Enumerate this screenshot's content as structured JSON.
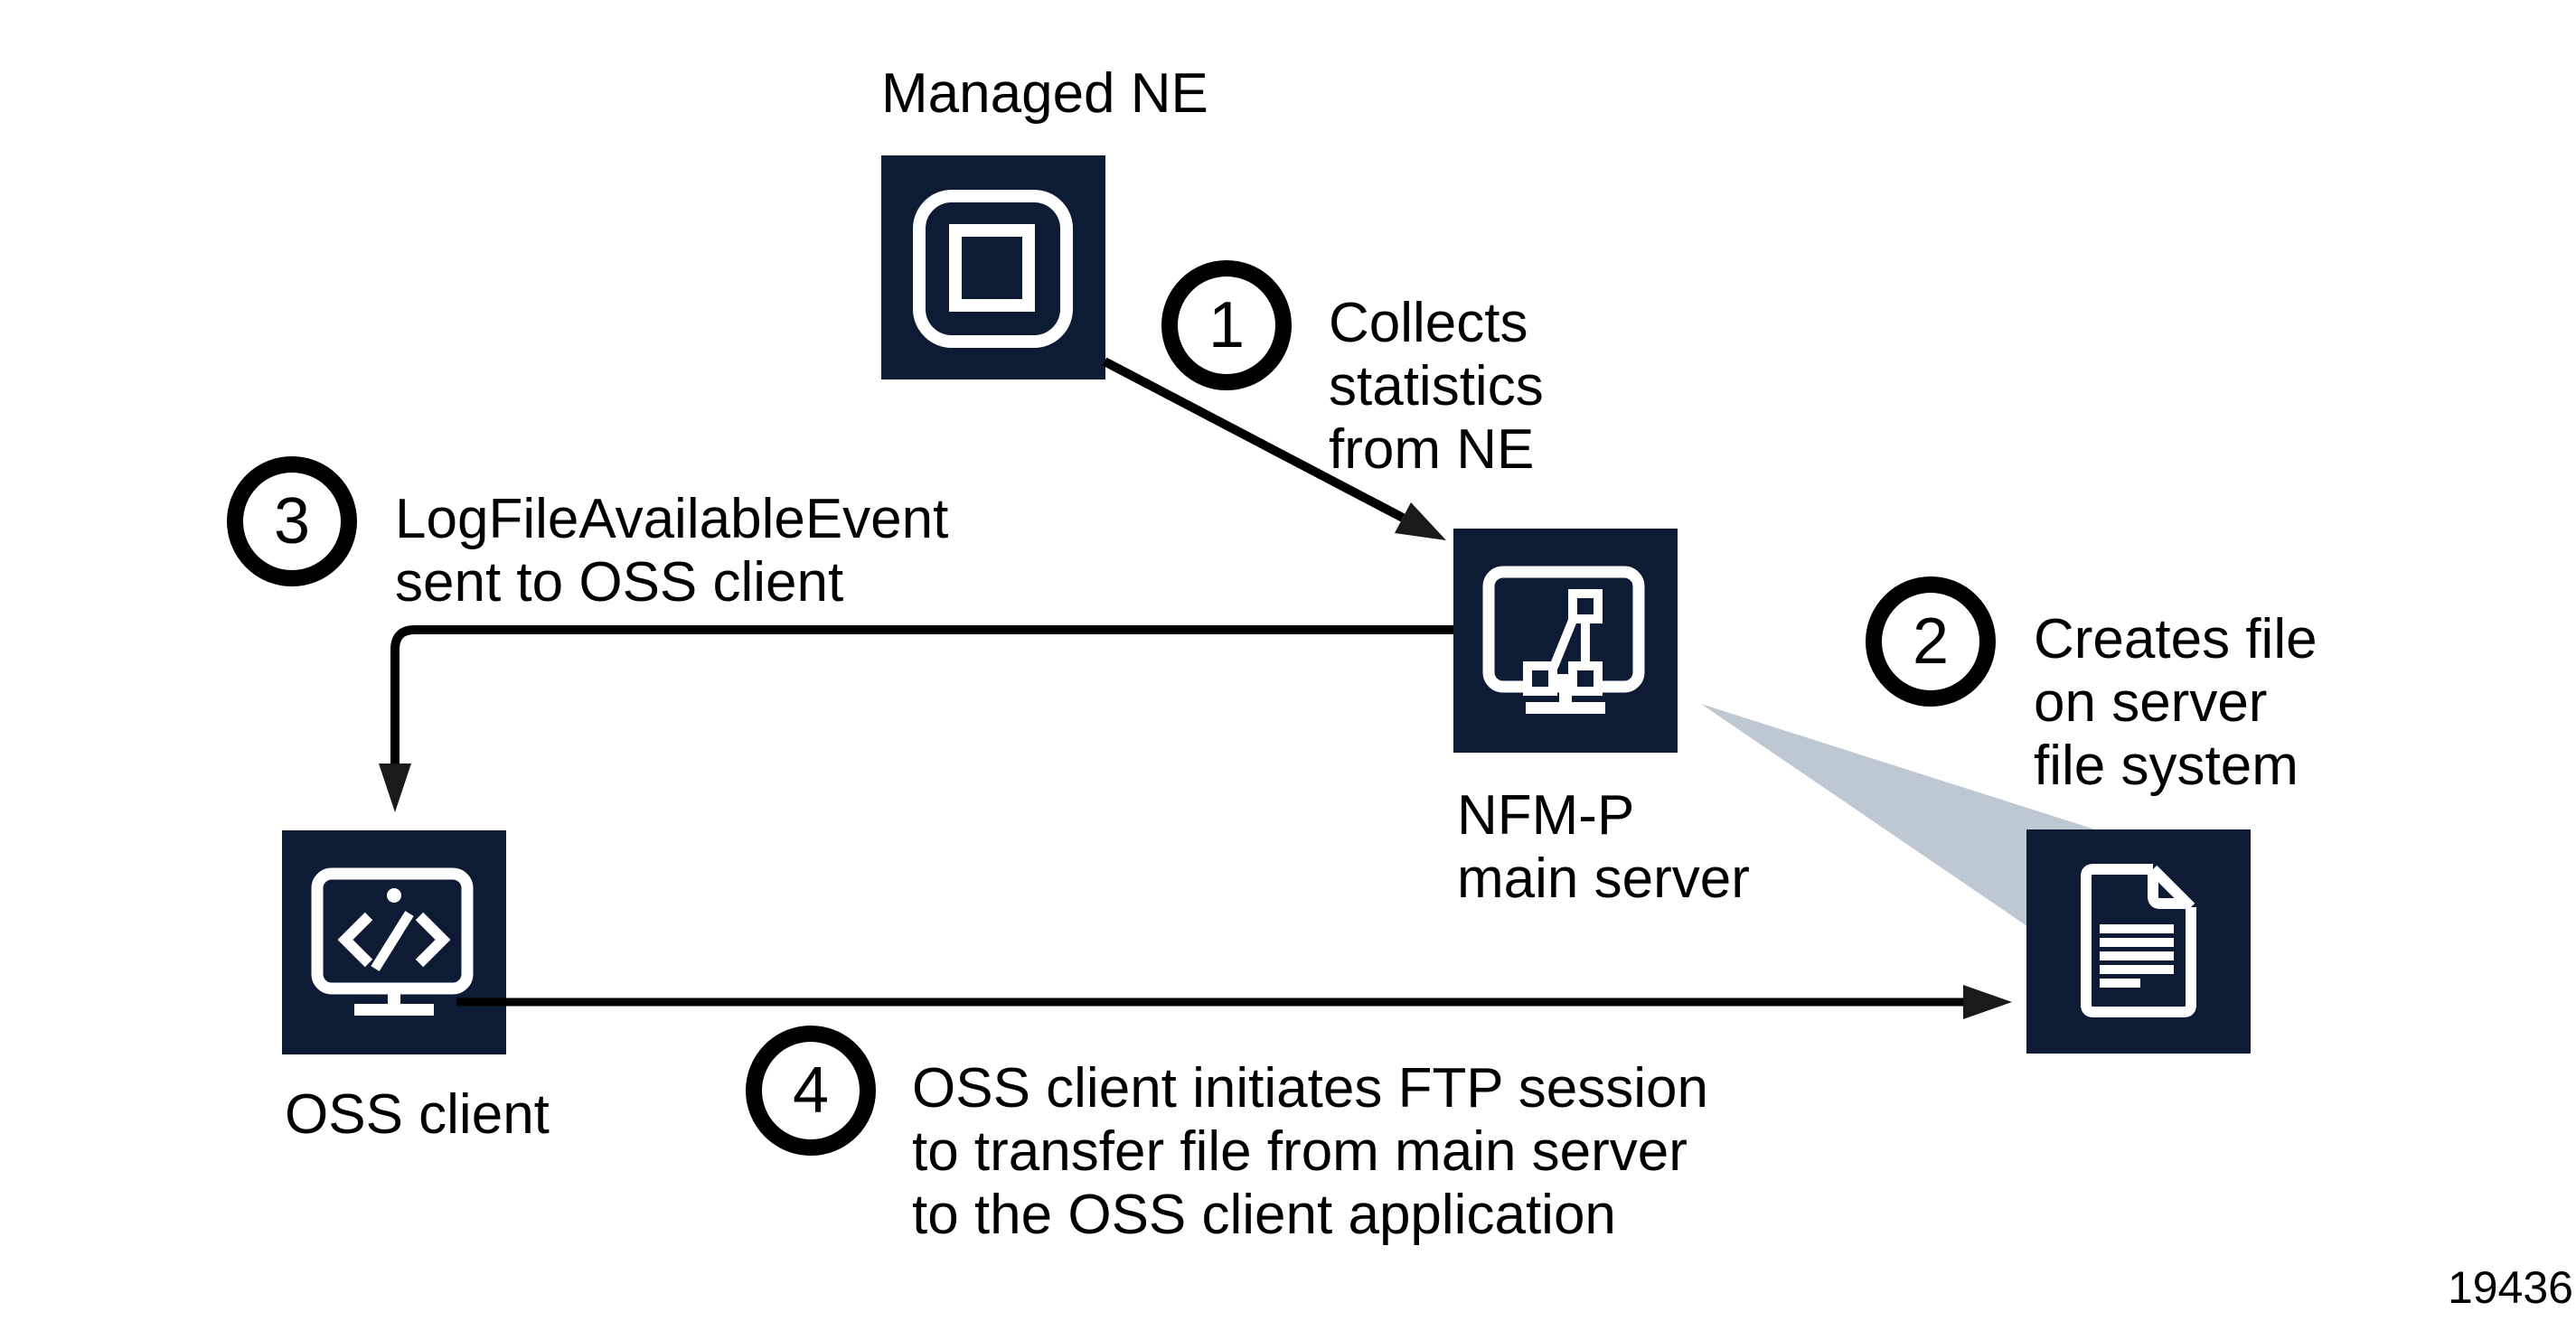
{
  "figure": {
    "number": "19436"
  },
  "colors": {
    "navy": "#0E1B34",
    "wedge": "#BEC8D2",
    "ink": "#000000",
    "bg": "#FFFFFF",
    "icon_glyph": "#FFFFFF"
  },
  "nodes": {
    "managed_ne": {
      "label": "Managed NE",
      "icon": "network-element-icon"
    },
    "nfmp_server": {
      "label": "NFM-P\nmain server",
      "icon": "server-monitor-topology-icon"
    },
    "oss_client": {
      "label": "OSS client",
      "icon": "client-monitor-code-icon"
    },
    "server_file": {
      "icon": "document-file-icon"
    }
  },
  "steps": [
    {
      "number": "1",
      "text": "Collects\nstatistics\nfrom NE"
    },
    {
      "number": "2",
      "text": "Creates file\non server\nfile system"
    },
    {
      "number": "3",
      "text": "LogFileAvailableEvent\nsent to OSS client"
    },
    {
      "number": "4",
      "text": "OSS client initiates FTP session\nto transfer file from main server\nto the OSS client application"
    }
  ]
}
